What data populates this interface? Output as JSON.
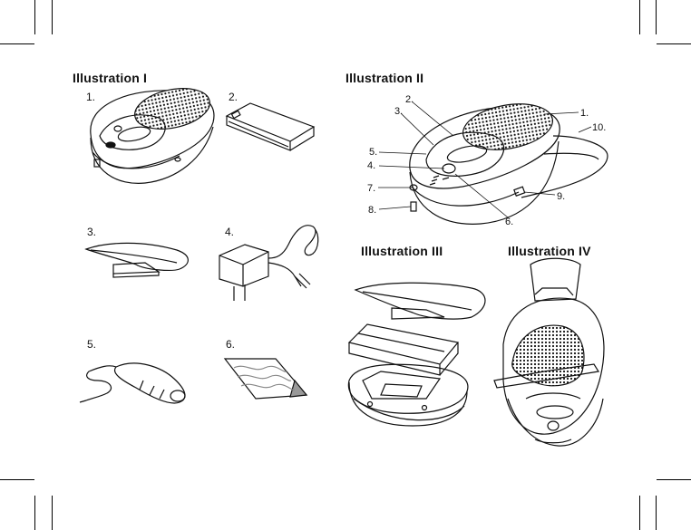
{
  "titles": {
    "ill1": "Illustration I",
    "ill2": "Illustration II",
    "ill3": "Illustration III",
    "ill4": "Illustration IV"
  },
  "ill1_items": [
    "1.",
    "2.",
    "3.",
    "4.",
    "5.",
    "6."
  ],
  "ill2_callouts": [
    "1.",
    "2.",
    "3.",
    "4.",
    "5.",
    "6.",
    "7.",
    "8.",
    "9.",
    "10."
  ]
}
